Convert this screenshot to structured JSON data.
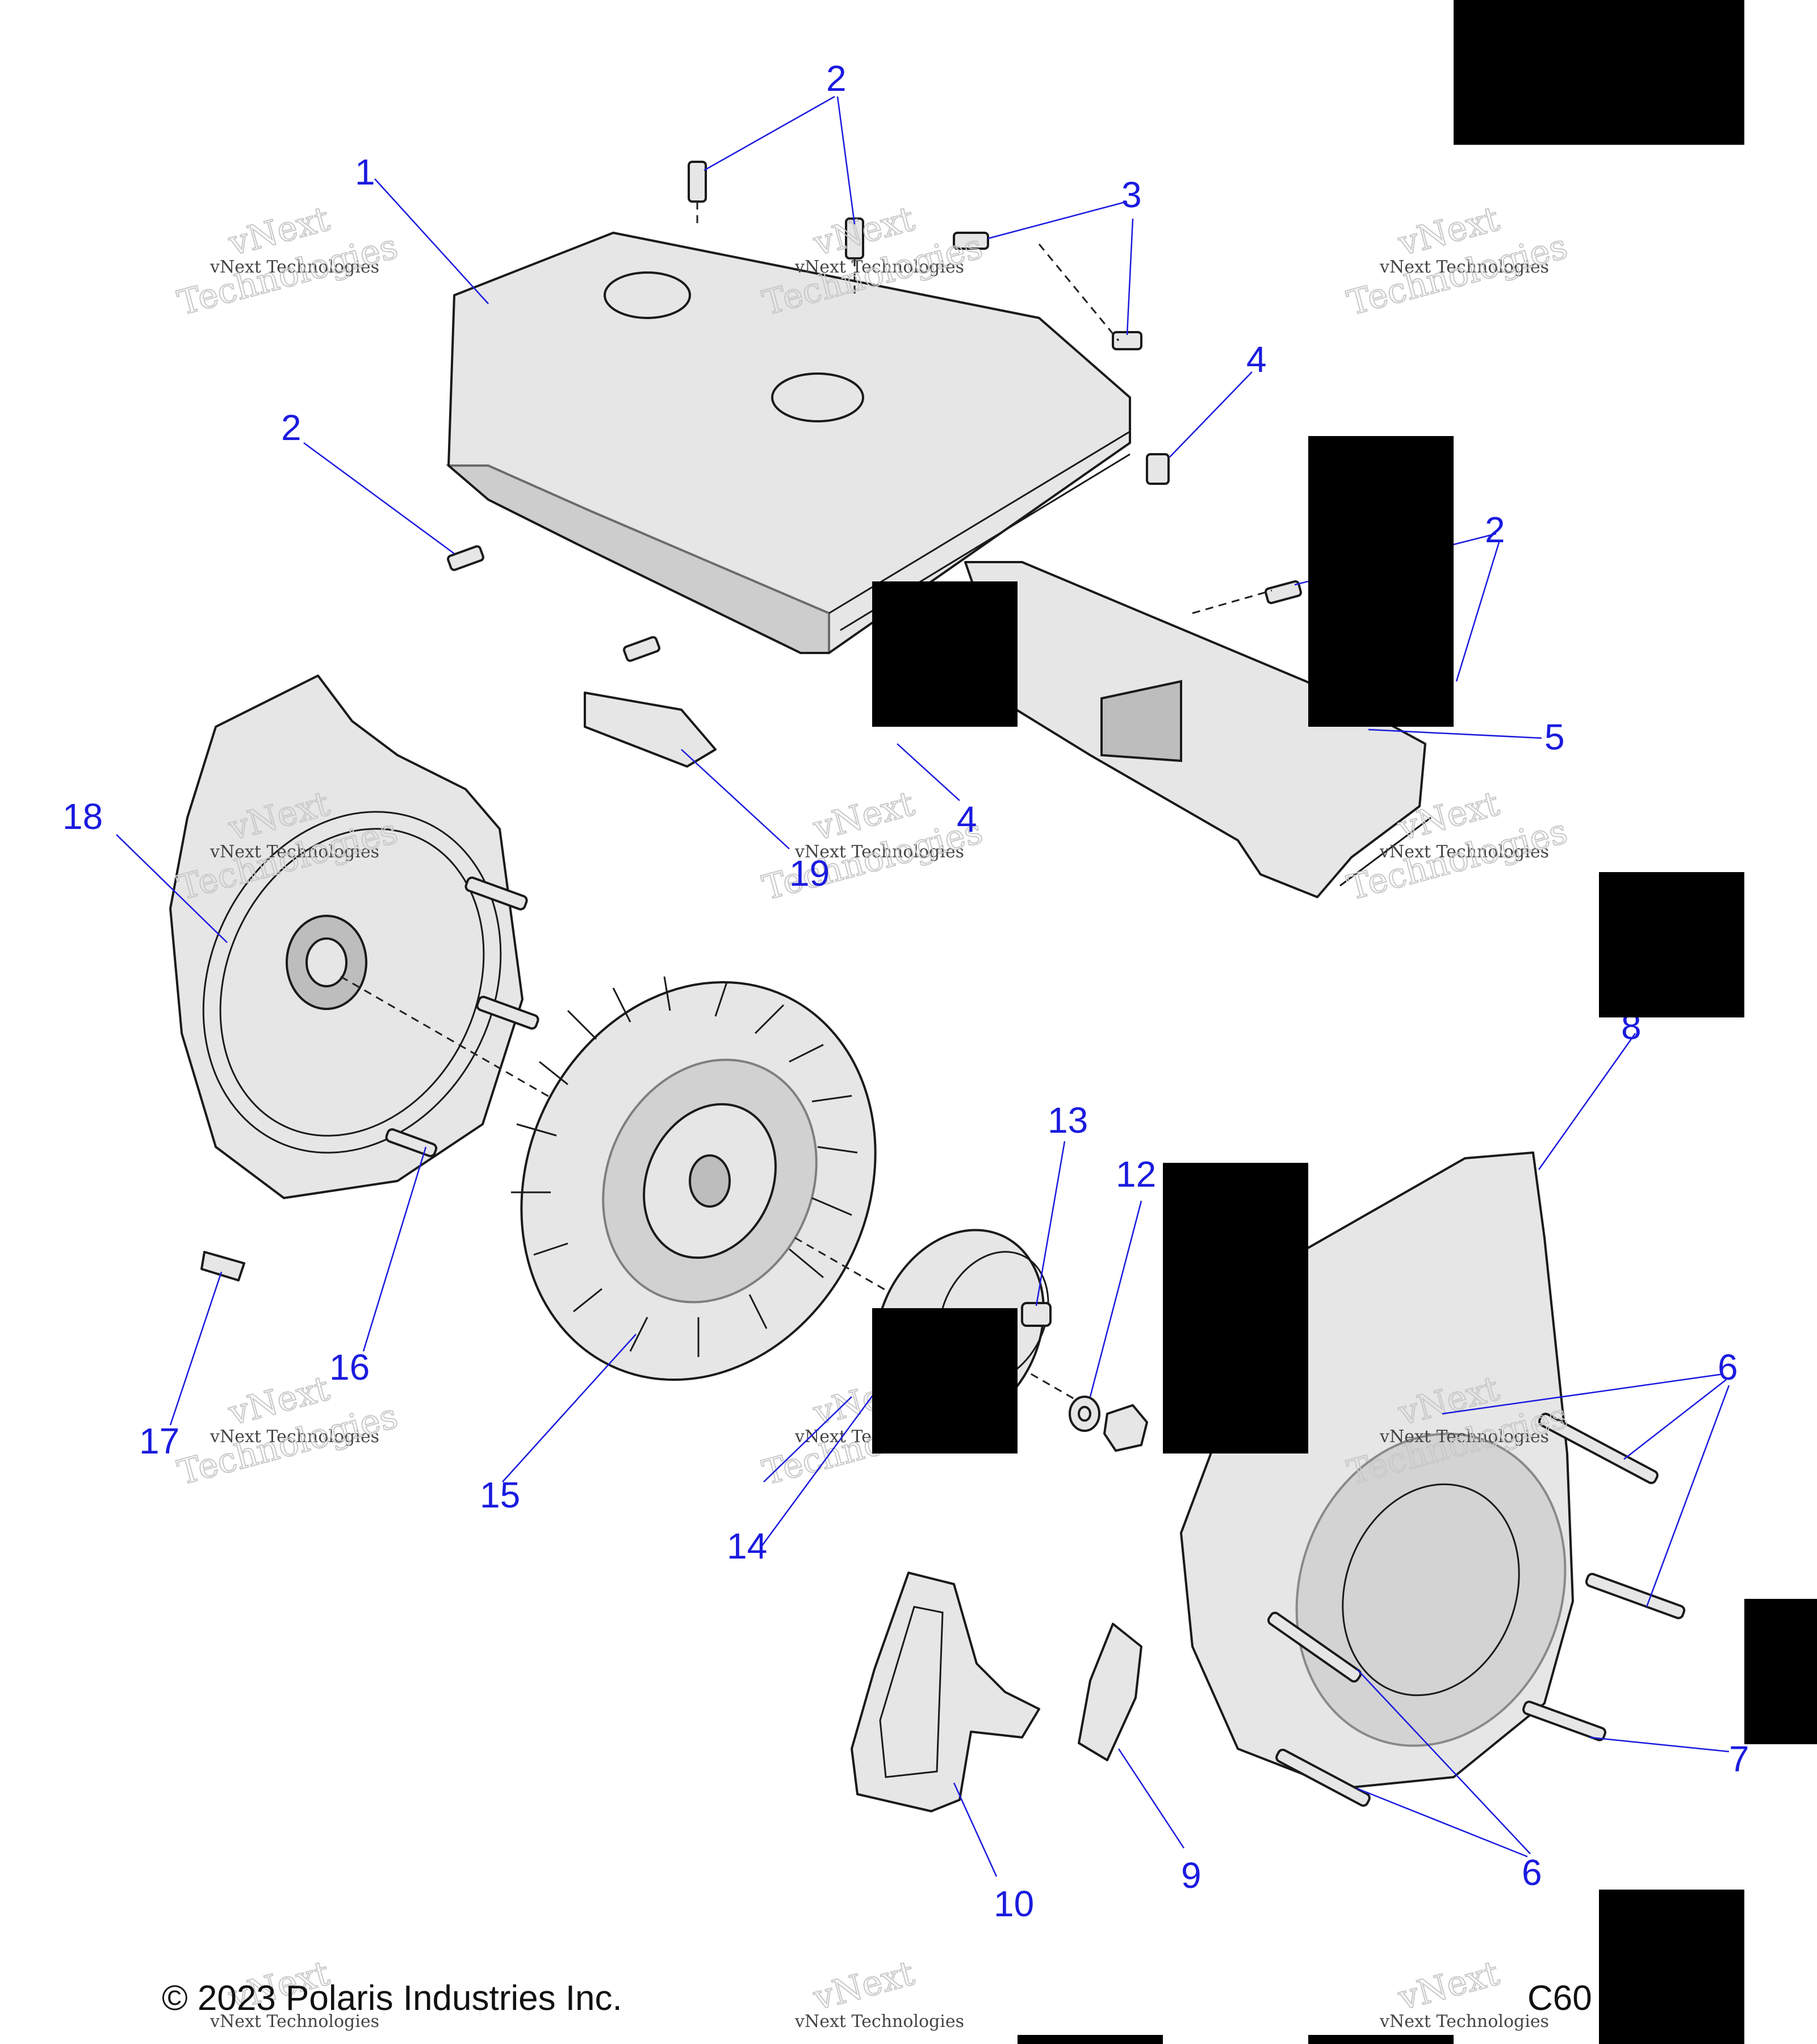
{
  "diagram": {
    "callouts": [
      "1",
      "2",
      "2",
      "2",
      "3",
      "4",
      "4",
      "5",
      "6",
      "6",
      "7",
      "8",
      "9",
      "10",
      "12",
      "13",
      "14",
      "15",
      "16",
      "17",
      "18",
      "19"
    ],
    "watermark_line1": "vNext Technologies",
    "watermark_line2": "vNext",
    "watermark_line3": "Technologies",
    "copyright": "© 2023 Polaris Industries Inc.",
    "page_code": "C60"
  },
  "colors": {
    "callout": "#1a1adf",
    "redaction": "#000000",
    "part_fill": "#e6e6e6"
  }
}
